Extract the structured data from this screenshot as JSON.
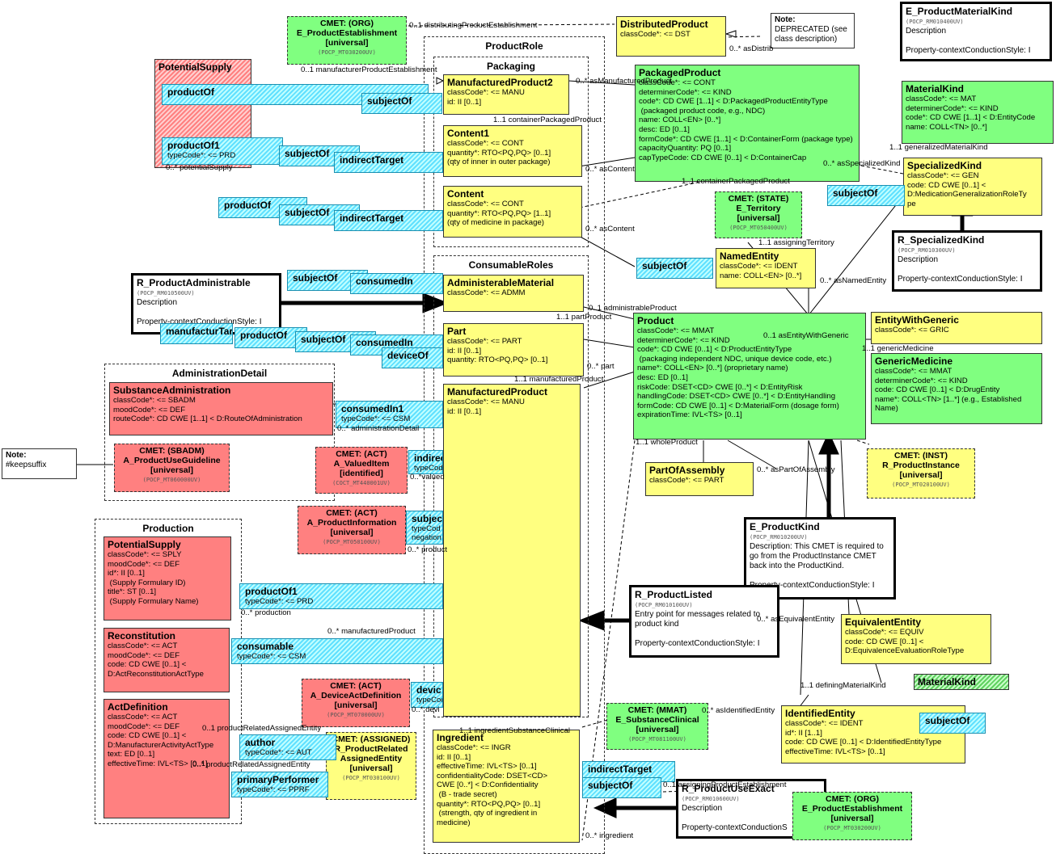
{
  "groups": {
    "product_role": "ProductRole",
    "packaging": "Packaging",
    "consumable_roles": "ConsumableRoles",
    "administration_detail": "AdministrationDetail",
    "production": "Production"
  },
  "notes": {
    "deprecated": {
      "title": "Note:",
      "text": "DEPRECATED (see class description)"
    },
    "keepsuffix": {
      "title": "Note:",
      "text": "#keepsuffix"
    }
  },
  "classes": {
    "distributed_product": {
      "name": "DistributedProduct",
      "attrs": [
        "classCode*: <= DST"
      ]
    },
    "packaged_product": {
      "name": "PackagedProduct",
      "attrs": [
        "classCode*: <= CONT",
        "determinerCode*: <= KIND",
        "code*: CD CWE [1..1] < D:PackagedProductEntityType",
        " (packaged product code, e.g., NDC)",
        "name: COLL<EN> [0..*]",
        "desc: ED [0..1]",
        "formCode*: CD CWE [1..1] < D:ContainerForm (package type)",
        "capacityQuantity: PQ [0..1]",
        "capTypeCode: CD CWE [0..1] < D:ContainerCap"
      ]
    },
    "material_kind": {
      "name": "MaterialKind",
      "attrs": [
        "classCode*: <= MAT",
        "determinerCode*: <= KIND",
        "code*: CD CWE [1..1] < D:EntityCode",
        "name: COLL<TN> [0..*]"
      ]
    },
    "specialized_kind": {
      "name": "SpecializedKind",
      "attrs": [
        "classCode*: <= GEN",
        "code: CD CWE [0..1] <",
        "D:MedicationGeneralizationRoleTy",
        "pe"
      ]
    },
    "manufactured_product2": {
      "name": "ManufacturedProduct2",
      "attrs": [
        "classCode*: <= MANU",
        "id: II [0..1]"
      ]
    },
    "content1": {
      "name": "Content1",
      "attrs": [
        "classCode*: <= CONT",
        "quantity*: RTO<PQ,PQ> [0..1]",
        "(qty of inner in outer package)"
      ]
    },
    "content": {
      "name": "Content",
      "attrs": [
        "classCode*: <= CONT",
        "quantity*: RTO<PQ,PQ> [1..1]",
        "(qty of medicine in package)"
      ]
    },
    "named_entity": {
      "name": "NamedEntity",
      "attrs": [
        "classCode*: <= IDENT",
        "name: COLL<EN> [0..*]"
      ]
    },
    "administerable_material": {
      "name": "AdministerableMaterial",
      "attrs": [
        "classCode*: <= ADMM"
      ]
    },
    "part": {
      "name": "Part",
      "attrs": [
        "classCode*: <= PART",
        "id: II [0..1]",
        "quantity: RTO<PQ,PQ> [0..1]"
      ]
    },
    "product": {
      "name": "Product",
      "attrs": [
        "classCode*: <= MMAT",
        "determinerCode*: <= KIND",
        "code*: CD CWE [0..1] < D:ProductEntityType",
        " (packaging independent NDC, unique device code, etc.)",
        "name*: COLL<EN> [0..*] (proprietary name)",
        "desc: ED [0..1]",
        "riskCode: DSET<CD> CWE [0..*] < D:EntityRisk",
        "handlingCode: DSET<CD> CWE [0..*] < D:EntityHandling",
        "formCode: CD CWE [0..1] < D:MaterialForm (dosage form)",
        "expirationTime: IVL<TS> [0..1]"
      ]
    },
    "entity_with_generic": {
      "name": "EntityWithGeneric",
      "attrs": [
        "classCode*: <= GRIC"
      ]
    },
    "generic_medicine": {
      "name": "GenericMedicine",
      "attrs": [
        "classCode*: <= MMAT",
        "determinerCode*: <= KIND",
        "code: CD CWE [0..1] < D:DrugEntity",
        "name*: COLL<TN> [1..*] (e.g., Established",
        "Name)"
      ]
    },
    "substance_administration": {
      "name": "SubstanceAdministration",
      "attrs": [
        "classCode*: <= SBADM",
        "moodCode*: <= DEF",
        "routeCode*: CD CWE [1..1] < D:RouteOfAdministration"
      ]
    },
    "manufactured_product": {
      "name": "ManufacturedProduct",
      "attrs": [
        "classCode*: <= MANU",
        "id: II [0..1]"
      ]
    },
    "part_of_assembly": {
      "name": "PartOfAssembly",
      "attrs": [
        "classCode*: <= PART"
      ]
    },
    "potential_supply2": {
      "name": "PotentialSupply",
      "attrs": [
        "classCode*: <= SPLY",
        "moodCode*: <= DEF",
        "id*: II [0..1]",
        " (Supply Formulary ID)",
        "title*: ST [0..1]",
        " (Supply Formulary Name)"
      ]
    },
    "reconstitution": {
      "name": "Reconstitution",
      "attrs": [
        "classCode*: <= ACT",
        "moodCode*: <= DEF",
        "code: CD CWE [0..1] <",
        "D:ActReconstitutionActType"
      ]
    },
    "act_definition": {
      "name": "ActDefinition",
      "attrs": [
        "classCode*: <= ACT",
        "moodCode*: <= DEF",
        "code: CD CWE [0..1] <",
        "D:ManufacturerActivityActType",
        "text: ED [0..1]",
        "effectiveTime: IVL<TS> [0..1]"
      ]
    },
    "equivalent_entity": {
      "name": "EquivalentEntity",
      "attrs": [
        "classCode*: <= EQUIV",
        "code: CD CWE [0..1] <",
        "D:EquivalenceEvaluationRoleType"
      ]
    },
    "identified_entity": {
      "name": "IdentifiedEntity",
      "attrs": [
        "classCode*: <= IDENT",
        "id*: II [1..1]",
        "code: CD CWE [0..1] < D:IdentifiedEntityType",
        "effectiveTime: IVL<TS> [0..1]"
      ]
    },
    "ingredient": {
      "name": "Ingredient",
      "attrs": [
        "classCode*: <= INGR",
        "id: II [0..1]",
        "effectiveTime: IVL<TS> [0..1]",
        "confidentialityCode: DSET<CD>",
        "CWE [0..*] < D:Confidentiality",
        " (B - trade secret)",
        "quantity*: RTO<PQ,PQ> [0..1]",
        " (strength, qty of ingredient in",
        "medicine)"
      ]
    }
  },
  "potential_supply_top": "PotentialSupply",
  "material_kind_small": "MaterialKind",
  "cmets": {
    "org_top": {
      "head": "CMET: (ORG)",
      "name": "E_ProductEstablishment",
      "qual": "[universal]",
      "code": "(POCP_MT030200UV)"
    },
    "territory": {
      "head": "CMET: (STATE)",
      "name": "E_Territory",
      "qual": "[universal]",
      "code": "(POCP_MT050400UV)"
    },
    "instance": {
      "head": "CMET: (INST)",
      "name": "R_ProductInstance",
      "qual": "[universal]",
      "code": "(POCP_MT020100UV)"
    },
    "guideline": {
      "head": "CMET: (SBADM)",
      "name": "A_ProductUseGuideline",
      "qual": "[universal]",
      "code": "(POCP_MT060000UV)"
    },
    "valued_item": {
      "head": "CMET: (ACT)",
      "name": "A_ValuedItem",
      "qual": "[identified]",
      "code": "(COCT_MT440001UV)"
    },
    "product_info": {
      "head": "CMET: (ACT)",
      "name": "A_ProductInformation",
      "qual": "[universal]",
      "code": "(POCP_MT050100UV)"
    },
    "device_act": {
      "head": "CMET: (ACT)",
      "name": "A_DeviceActDefinition",
      "qual": "[universal]",
      "code": "(POCP_MT070000UV)"
    },
    "substance_clinical": {
      "head": "CMET: (MMAT)",
      "name": "E_SubstanceClinical",
      "qual": "[universal]",
      "code": "(POCP_MT081100UV)"
    },
    "assigned": {
      "head": "CMET: (ASSIGNED)",
      "name": "R_ProductRelated AssignedEntity",
      "qual": "[universal]",
      "code": "(POCP_MT030100UV)"
    },
    "org_bottom": {
      "head": "CMET: (ORG)",
      "name": "E_ProductEstablishment",
      "qual": "[universal]",
      "code": "(POCP_MT030200UV)"
    }
  },
  "entry_points": {
    "product_material_kind": {
      "name": "E_ProductMaterialKind",
      "code": "(POCP_RM010400UV)",
      "desc": "Description",
      "style": "Property-contextConductionStyle: I"
    },
    "specialized_kind_r": {
      "name": "R_SpecializedKind",
      "code": "(POCP_RM010300UV)",
      "desc": "Description",
      "style": "Property-contextConductionStyle: I"
    },
    "product_administrable": {
      "name": "R_ProductAdministrable",
      "code": "(POCP_RM010500UV)",
      "desc": "Description",
      "style": "Property-contextConductionStyle: I"
    },
    "product_kind": {
      "name": "E_ProductKind",
      "code": "(POCP_RM010200UV)",
      "desc": "Description: This CMET is required to go from the ProductInstance CMET back into the ProductKind.",
      "style": "Property-contextConductionStyle: I"
    },
    "product_listed": {
      "name": "R_ProductListed",
      "code": "(POCP_RM010100UV)",
      "desc": "Entry point for messages related to product kind",
      "style": "Property-contextConductionStyle: I"
    },
    "product_use_exact": {
      "name": "R_ProductUseExact",
      "code": "(POCP_RM010600UV)",
      "desc": "Description",
      "style": "Property-contextConductionS"
    }
  },
  "arrows": {
    "productOf_a": "productOf",
    "subjectOf_a": "subjectOf",
    "productOf1_a": {
      "name": "productOf1",
      "sub": "typeCode*: <= PRD"
    },
    "subjectOf_b": "subjectOf",
    "indirectTarget_a": "indirectTarget",
    "productOf_b": "productOf",
    "subjectOf_c": "subjectOf",
    "indirectTarget_b": "indirectTarget",
    "subjectOf_d": "subjectOf",
    "consumedIn_a": "consumedIn",
    "productOf_c": "productOf",
    "subjectOf_e": "subjectOf",
    "consumedIn_b": "consumedIn",
    "deviceOf": "deviceOf",
    "subjectOf_f": "subjectOf",
    "subjectOf_g": "subjectOf",
    "consumedIn1": {
      "name": "consumedIn1",
      "sub": "typeCode*: <= CSM"
    },
    "indirect_cut": {
      "name": "indirec",
      "sub": "typeCod"
    },
    "subject_cut": {
      "name": "subjec",
      "sub": "typeCod",
      "extra": "negation"
    },
    "productOf1_b": {
      "name": "productOf1",
      "sub": "typeCode*: <= PRD"
    },
    "consumable": {
      "name": "consumable",
      "sub": "typeCode*: <= CSM"
    },
    "device_cut": {
      "name": "devic",
      "sub": "typeCod"
    },
    "author": {
      "name": "author",
      "sub": "typeCode*: <= AUT"
    },
    "primary_performer": {
      "name": "primaryPerformer",
      "sub": "typeCode*: <= PPRF"
    },
    "indirectTarget_c": "indirectTarget",
    "subjectOf_h": "subjectOf",
    "subjectOf_i": "subjectOf",
    "mani_cut": "manufacturTarget"
  },
  "labels": {
    "l1": "0..1 distributingProductEstablishment",
    "l2": "0..1 manufacturerProductEstablishment",
    "l3": "0..* asDistrib",
    "l4": "0..* asManufacturedProduct",
    "l5": "1..1 containerPackagedProduct",
    "l6": "0..* asContent",
    "l7": "0..* asSpecializedKind",
    "l8": "1..1 containerPackagedProduct",
    "l9": "0..* asContent",
    "l10": "1..1 assigningTerritory",
    "l11": "0..* asNamedEntity",
    "l12": "1..1 generalizedMaterialKind",
    "l13": "0..1 administrableProduct",
    "l14": "1..1 partProduct",
    "l15": "0..1 asEntityWithGeneric",
    "l16": "1..1 genericMedicine",
    "l17": "0..* part",
    "l18": "1..1 manufacturedProduct",
    "l19": "1..1 wholeProduct",
    "l20": "0..* asPartOfAssembly",
    "l21": "0..* administrationDetail",
    "l22": "0..* potentialSupply",
    "l23": "0..* production",
    "l24": "0..* manufacturedProduct",
    "l25": "0..* asEquivalentEntity",
    "l26": "1..1 definingMaterialKind",
    "l27": "0..* asIdentifiedEntity",
    "l28": "0..1 productRelatedAssignedEntity",
    "l29": "0..* productRelatedAssignedEntity",
    "l30": "0..* ingredient",
    "l31": "0..1 assigningProductEstablishment",
    "l32": "0..*valued",
    "l33": "0..* product",
    "l34": "0..* devi",
    "l35": "1..1 ingredientSubstanceClinical"
  }
}
